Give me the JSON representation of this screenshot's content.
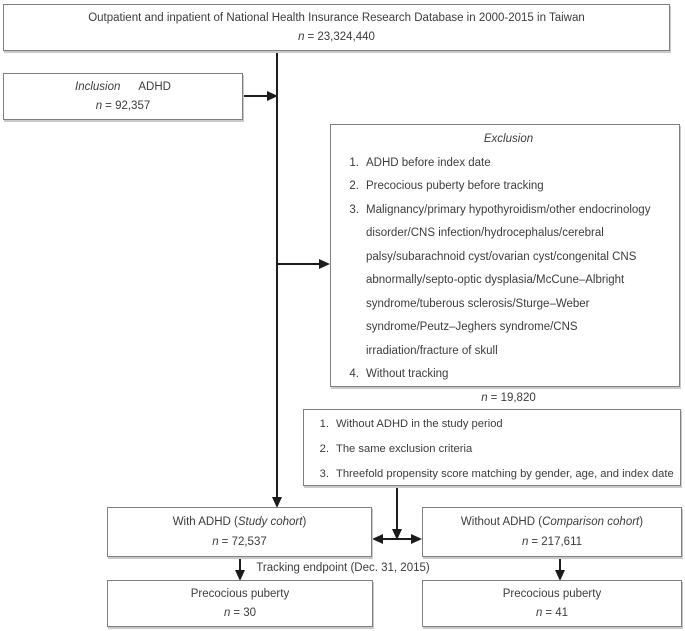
{
  "colors": {
    "ink": "#1c1c1c",
    "box_border": "#7f7f7f",
    "text": "#3c3c3c"
  },
  "database": {
    "line1": "Outpatient and inpatient of National Health Insurance Research Database in 2000-2015 in Taiwan",
    "n_label": "n",
    "n_rest": "= 23,324,440"
  },
  "inclusion": {
    "title_italic": "Inclusion",
    "title_text": "ADHD",
    "n_label": "n",
    "n_rest": "= 92,357"
  },
  "exclusion": {
    "title": "Exclusion",
    "items": [
      {
        "num": "1.",
        "text": "ADHD before index date"
      },
      {
        "num": "2.",
        "text": "Precocious puberty before tracking"
      },
      {
        "num": "3.",
        "text": "Malignancy/primary hypothyroidism/other endocrinology disorder/CNS infection/hydrocephalus/cerebral palsy/subarachnoid cyst/ovarian cyst/congenital CNS abnormally/septo-optic dysplasia/McCune–Albright syndrome/tuberous sclerosis/Sturge–Weber syndrome/Peutz–Jeghers syndrome/CNS irradiation/fracture of skull"
      },
      {
        "num": "4.",
        "text": "Without tracking"
      }
    ],
    "n_label": "n",
    "n_rest": "= 19,820"
  },
  "matching": {
    "items": [
      {
        "num": "1.",
        "text": "Without ADHD in the study period"
      },
      {
        "num": "2.",
        "text": "The same exclusion criteria"
      },
      {
        "num": "3.",
        "text": "Threefold propensity score matching by gender, age, and index date"
      }
    ]
  },
  "study": {
    "prefix": "With ADHD (",
    "italic": "Study cohort",
    "suffix": ")",
    "n_label": "n",
    "n_rest": "= 72,537"
  },
  "comparison": {
    "prefix": "Without ADHD (",
    "italic": "Comparison cohort",
    "suffix": ")",
    "n_label": "n",
    "n_rest": "= 217,611"
  },
  "tracking_label": "Tracking endpoint (Dec. 31, 2015)",
  "pp_study": {
    "line1": "Precocious puberty",
    "n_label": "n",
    "n_rest": "= 30"
  },
  "pp_comparison": {
    "line1": "Precocious puberty",
    "n_label": "n",
    "n_rest": "= 41"
  }
}
